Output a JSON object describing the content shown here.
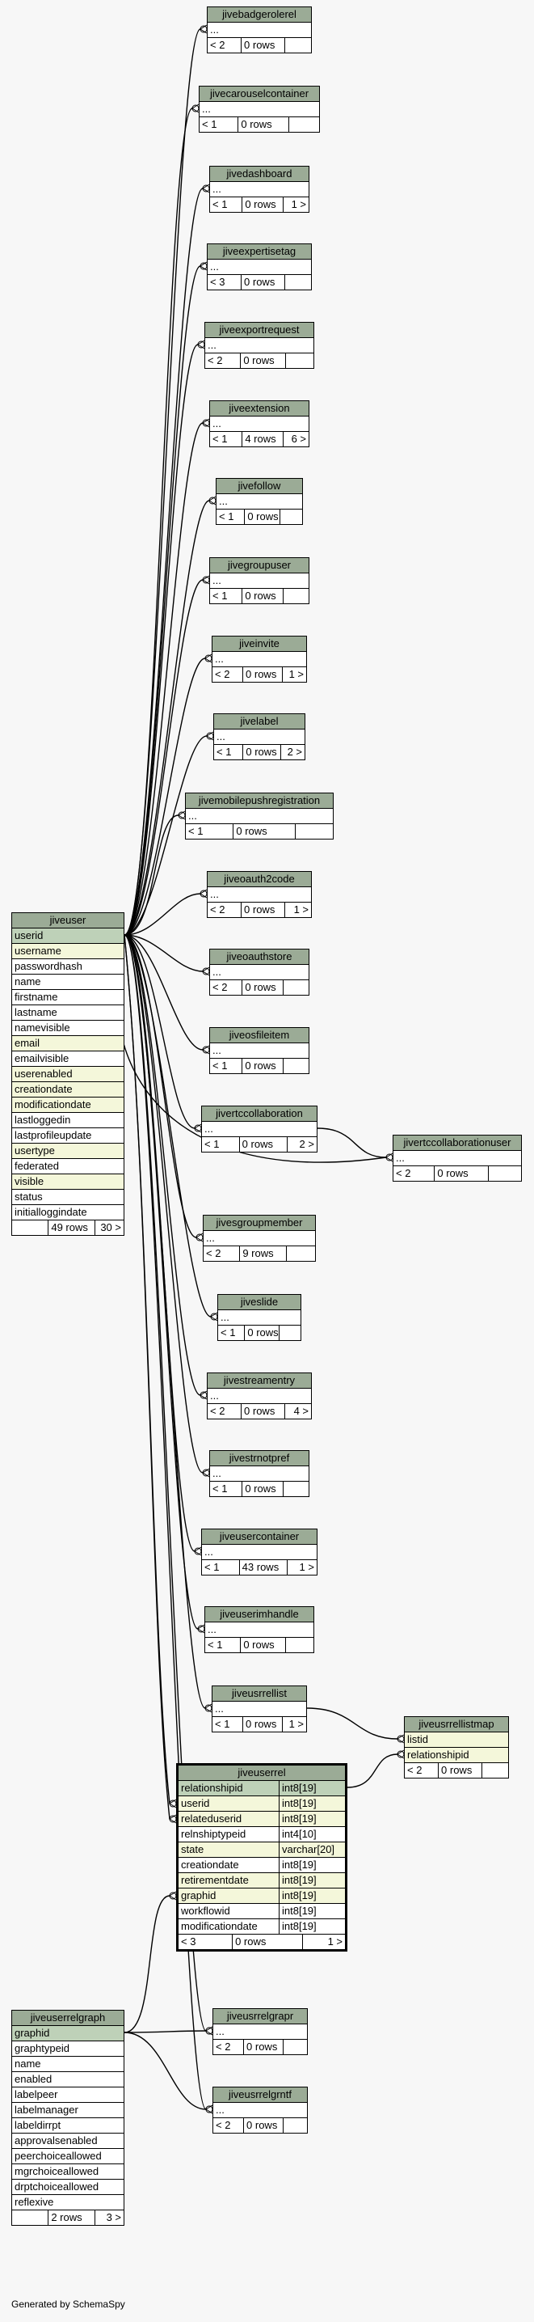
{
  "footer": "Generated by SchemaSpy",
  "tables": [
    {
      "id": "jivebadgerolerel",
      "title": "jivebadgerolerel",
      "rows": [
        {
          "name": "..."
        }
      ],
      "footer": [
        "< 2",
        "0 rows",
        ""
      ]
    },
    {
      "id": "jivecarouselcontainer",
      "title": "jivecarouselcontainer",
      "rows": [
        {
          "name": "..."
        }
      ],
      "footer": [
        "< 1",
        "0 rows",
        ""
      ]
    },
    {
      "id": "jivedashboard",
      "title": "jivedashboard",
      "rows": [
        {
          "name": "..."
        }
      ],
      "footer": [
        "< 1",
        "0 rows",
        "1 >"
      ]
    },
    {
      "id": "jiveexpertisetag",
      "title": "jiveexpertisetag",
      "rows": [
        {
          "name": "..."
        }
      ],
      "footer": [
        "< 3",
        "0 rows",
        ""
      ]
    },
    {
      "id": "jiveexportrequest",
      "title": "jiveexportrequest",
      "rows": [
        {
          "name": "..."
        }
      ],
      "footer": [
        "< 2",
        "0 rows",
        ""
      ]
    },
    {
      "id": "jiveextension",
      "title": "jiveextension",
      "rows": [
        {
          "name": "..."
        }
      ],
      "footer": [
        "< 1",
        "4 rows",
        "6 >"
      ]
    },
    {
      "id": "jivefollow",
      "title": "jivefollow",
      "rows": [
        {
          "name": "..."
        }
      ],
      "footer": [
        "< 1",
        "0 rows",
        ""
      ]
    },
    {
      "id": "jivegroupuser",
      "title": "jivegroupuser",
      "rows": [
        {
          "name": "..."
        }
      ],
      "footer": [
        "< 1",
        "0 rows",
        ""
      ]
    },
    {
      "id": "jiveinvite",
      "title": "jiveinvite",
      "rows": [
        {
          "name": "..."
        }
      ],
      "footer": [
        "< 2",
        "0 rows",
        "1 >"
      ]
    },
    {
      "id": "jivelabel",
      "title": "jivelabel",
      "rows": [
        {
          "name": "..."
        }
      ],
      "footer": [
        "< 1",
        "0 rows",
        "2 >"
      ]
    },
    {
      "id": "jivemobilepushregistration",
      "title": "jivemobilepushregistration",
      "rows": [
        {
          "name": "..."
        }
      ],
      "footer": [
        "< 1",
        "0 rows",
        ""
      ]
    },
    {
      "id": "jiveoauth2code",
      "title": "jiveoauth2code",
      "rows": [
        {
          "name": "..."
        }
      ],
      "footer": [
        "< 2",
        "0 rows",
        "1 >"
      ]
    },
    {
      "id": "jiveoauthstore",
      "title": "jiveoauthstore",
      "rows": [
        {
          "name": "..."
        }
      ],
      "footer": [
        "< 2",
        "0 rows",
        ""
      ]
    },
    {
      "id": "jiveosfileitem",
      "title": "jiveosfileitem",
      "rows": [
        {
          "name": "..."
        }
      ],
      "footer": [
        "< 1",
        "0 rows",
        ""
      ]
    },
    {
      "id": "jivertccollaboration",
      "title": "jivertccollaboration",
      "rows": [
        {
          "name": "..."
        }
      ],
      "footer": [
        "< 1",
        "0 rows",
        "2 >"
      ]
    },
    {
      "id": "jivertccollaborationuser",
      "title": "jivertccollaborationuser",
      "rows": [
        {
          "name": "..."
        }
      ],
      "footer": [
        "< 2",
        "0 rows",
        ""
      ]
    },
    {
      "id": "jivesgroupmember",
      "title": "jivesgroupmember",
      "rows": [
        {
          "name": "..."
        }
      ],
      "footer": [
        "< 2",
        "9 rows",
        ""
      ]
    },
    {
      "id": "jiveslide",
      "title": "jiveslide",
      "rows": [
        {
          "name": "..."
        }
      ],
      "footer": [
        "< 1",
        "0 rows",
        ""
      ]
    },
    {
      "id": "jivestreamentry",
      "title": "jivestreamentry",
      "rows": [
        {
          "name": "..."
        }
      ],
      "footer": [
        "< 2",
        "0 rows",
        "4 >"
      ]
    },
    {
      "id": "jivestrnotpref",
      "title": "jivestrnotpref",
      "rows": [
        {
          "name": "..."
        }
      ],
      "footer": [
        "< 1",
        "0 rows",
        ""
      ]
    },
    {
      "id": "jiveusercontainer",
      "title": "jiveusercontainer",
      "rows": [
        {
          "name": "..."
        }
      ],
      "footer": [
        "< 1",
        "43 rows",
        "1 >"
      ]
    },
    {
      "id": "jiveuserimhandle",
      "title": "jiveuserimhandle",
      "rows": [
        {
          "name": "..."
        }
      ],
      "footer": [
        "< 1",
        "0 rows",
        ""
      ]
    },
    {
      "id": "jiveusrrellist",
      "title": "jiveusrrellist",
      "rows": [
        {
          "name": "..."
        }
      ],
      "footer": [
        "< 1",
        "0 rows",
        "1 >"
      ]
    },
    {
      "id": "jiveusrrellistmap",
      "title": "jiveusrrellistmap",
      "rows": [
        {
          "name": "listid",
          "kind": "fk"
        },
        {
          "name": "relationshipid",
          "kind": "fk"
        }
      ],
      "footer": [
        "< 2",
        "0 rows",
        ""
      ]
    },
    {
      "id": "jiveuserrel",
      "title": "jiveuserrel",
      "rows": [
        {
          "name": "relationshipid",
          "type": "int8[19]",
          "kind": "pk"
        },
        {
          "name": "userid",
          "type": "int8[19]",
          "kind": "fk"
        },
        {
          "name": "relateduserid",
          "type": "int8[19]",
          "kind": "fk"
        },
        {
          "name": "relnshiptypeid",
          "type": "int4[10]"
        },
        {
          "name": "state",
          "type": "varchar[20]",
          "kind": "fk"
        },
        {
          "name": "creationdate",
          "type": "int8[19]"
        },
        {
          "name": "retirementdate",
          "type": "int8[19]",
          "kind": "fk"
        },
        {
          "name": "graphid",
          "type": "int8[19]",
          "kind": "fk"
        },
        {
          "name": "workflowid",
          "type": "int8[19]"
        },
        {
          "name": "modificationdate",
          "type": "int8[19]"
        }
      ],
      "footer": [
        "< 3",
        "0 rows",
        "1 >"
      ]
    },
    {
      "id": "jiveusrrelgrapr",
      "title": "jiveusrrelgrapr",
      "rows": [
        {
          "name": "..."
        }
      ],
      "footer": [
        "< 2",
        "0 rows",
        ""
      ]
    },
    {
      "id": "jiveusrrelgrntf",
      "title": "jiveusrrelgrntf",
      "rows": [
        {
          "name": "..."
        }
      ],
      "footer": [
        "< 2",
        "0 rows",
        ""
      ]
    },
    {
      "id": "jiveuser",
      "title": "jiveuser",
      "rows": [
        {
          "name": "userid",
          "kind": "pk"
        },
        {
          "name": "username",
          "kind": "fk"
        },
        {
          "name": "passwordhash"
        },
        {
          "name": "name"
        },
        {
          "name": "firstname"
        },
        {
          "name": "lastname"
        },
        {
          "name": "namevisible"
        },
        {
          "name": "email",
          "kind": "fk"
        },
        {
          "name": "emailvisible"
        },
        {
          "name": "userenabled",
          "kind": "fk"
        },
        {
          "name": "creationdate",
          "kind": "fk"
        },
        {
          "name": "modificationdate",
          "kind": "fk"
        },
        {
          "name": "lastloggedin"
        },
        {
          "name": "lastprofileupdate"
        },
        {
          "name": "usertype",
          "kind": "fk"
        },
        {
          "name": "federated"
        },
        {
          "name": "visible",
          "kind": "fk"
        },
        {
          "name": "status"
        },
        {
          "name": "initialloggindate"
        }
      ],
      "footer": [
        "",
        "49 rows",
        "30 >"
      ]
    },
    {
      "id": "jiveuserrelgraph",
      "title": "jiveuserrelgraph",
      "rows": [
        {
          "name": "graphid",
          "kind": "pk"
        },
        {
          "name": "graphtypeid"
        },
        {
          "name": "name"
        },
        {
          "name": "enabled"
        },
        {
          "name": "labelpeer"
        },
        {
          "name": "labelmanager"
        },
        {
          "name": "labeldirrpt"
        },
        {
          "name": "approvalsenabled"
        },
        {
          "name": "peerchoiceallowed"
        },
        {
          "name": "mgrchoiceallowed"
        },
        {
          "name": "drptchoiceallowed"
        },
        {
          "name": "reflexive"
        }
      ],
      "footer": [
        "",
        "2 rows",
        "3 >"
      ]
    }
  ]
}
